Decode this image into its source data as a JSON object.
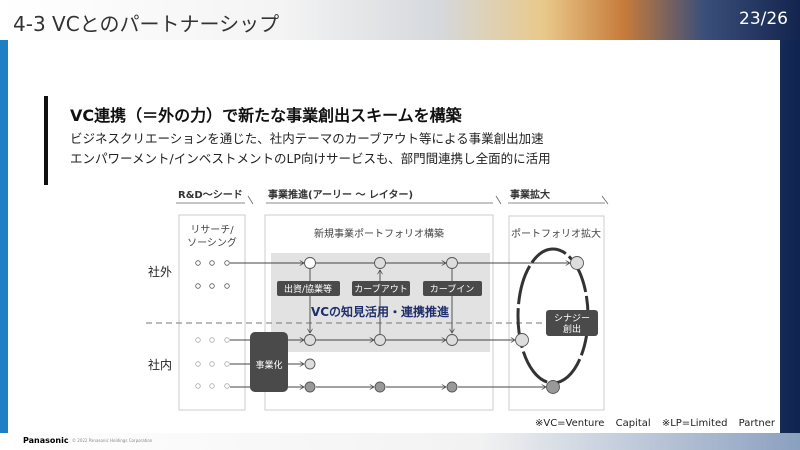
{
  "header": {
    "title": "4-3 VCとのパートナーシップ",
    "page": "23/26"
  },
  "content": {
    "heading": "VC連携（＝外の力）で新たな事業創出スキームを構築",
    "lines": [
      "ビジネスクリエーションを通じた、社内テーマのカーブアウト等による事業創出加速",
      "エンパワーメント/インベストメントのLP向けサービスも、部門間連携し全面的に活用"
    ]
  },
  "diagram": {
    "phases": [
      "R&D～シード",
      "事業推進(アーリー ～ レイター)",
      "事業拡大"
    ],
    "boxes": [
      "リサーチ/",
      "ソーシング",
      "新規事業ポートフォリオ構築",
      "ポートフォリオ拡大"
    ],
    "rows": {
      "outside": "社外",
      "inside": "社内"
    },
    "tags": [
      "出資/協業等",
      "カーブアウト",
      "カーブイン"
    ],
    "center_label": "VCの知見活用・連携推進",
    "commercialize": "事業化",
    "synergy": [
      "シナジー",
      "創出"
    ],
    "colors": {
      "navy": "#1f2f6b",
      "dark": "#4a4a4a",
      "shade": "#e2e2e2"
    }
  },
  "footnote": "※VC=Venture Capital ※LP=Limited Partner",
  "footer": {
    "logo": "Panasonic",
    "copyright": "© 2022 Panasonic Holdings Corporation"
  }
}
